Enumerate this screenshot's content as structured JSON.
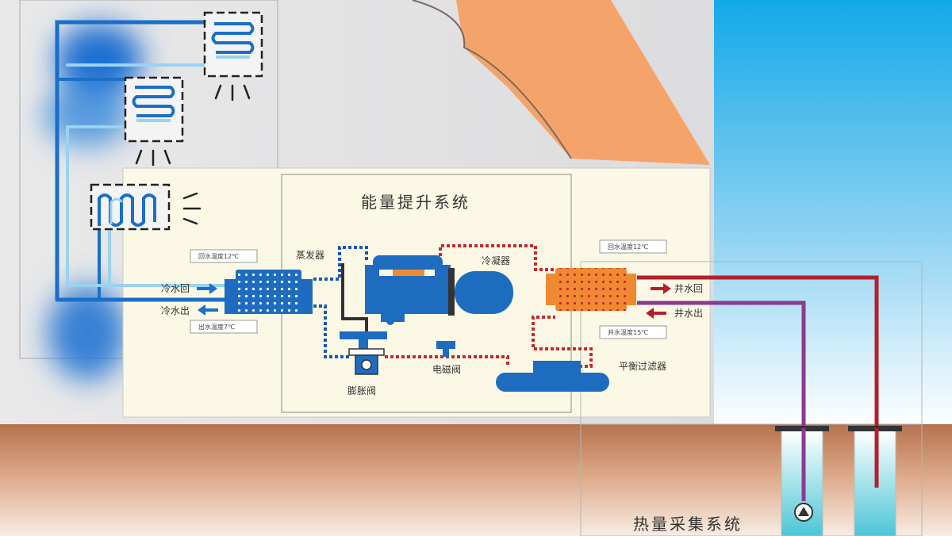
{
  "energy_system": {
    "title": "能量提升系统"
  },
  "heat_collection": {
    "title": "热量采集系统"
  },
  "evaporator": {
    "label": "蒸发器"
  },
  "condenser": {
    "label": "冷凝器"
  },
  "expansion_valve": {
    "label": "膨胀阀"
  },
  "solenoid_valve": {
    "label": "电磁阀"
  },
  "balance_filter": {
    "label": "平衡过滤器"
  },
  "chilled_water": {
    "return_label": "冷水回",
    "supply_label": "冷水出",
    "return_temp": "回水温度12℃",
    "supply_temp": "出水温度7℃"
  },
  "well_water": {
    "return_label": "井水回",
    "supply_label": "井水出",
    "return_temp": "回水温度12℃",
    "supply_temp": "井水温度15℃"
  },
  "colors": {
    "sky": "#29b6ec",
    "roof": "#f4a46a",
    "ground": "#c27a55",
    "cold_pipe": "#1a6fc8",
    "hot_pipe": "#b3202a",
    "well_pipe": "#8b3a8e",
    "panel": "#fbf9e6",
    "evaporator": "#1e6cc0",
    "condenser": "#f08a32"
  }
}
